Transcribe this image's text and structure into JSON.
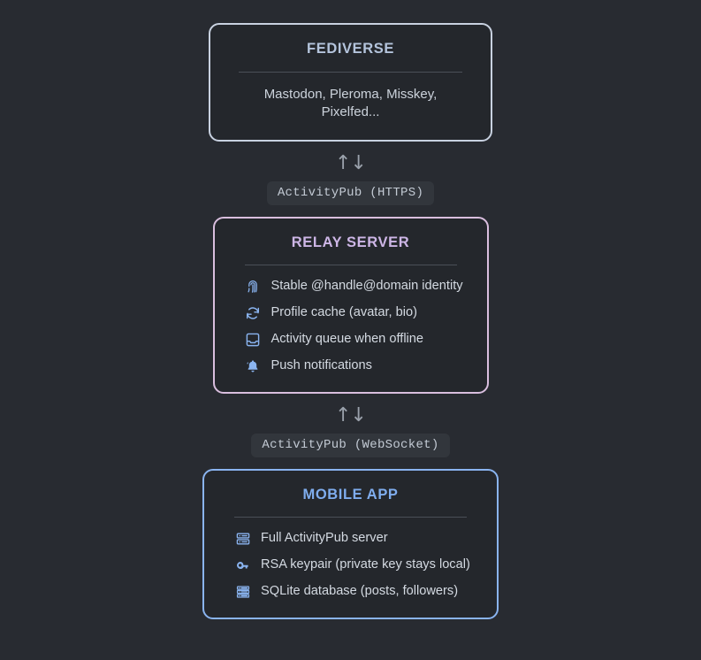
{
  "diagram": {
    "background_color": "#282b31",
    "nodes": [
      {
        "id": "fediverse",
        "title": "FEDIVERSE",
        "title_color": "#b4c4dc",
        "border_color": "#c8d1e0",
        "subtitle": "Mastodon, Pleroma, Misskey, Pixelfed...",
        "features": []
      },
      {
        "id": "relay",
        "title": "RELAY SERVER",
        "title_color": "#cdb6e6",
        "border_color": "#d9bede",
        "subtitle": null,
        "features": [
          {
            "icon": "fingerprint-icon",
            "label": "Stable @handle@domain identity"
          },
          {
            "icon": "sync-icon",
            "label": "Profile cache (avatar, bio)"
          },
          {
            "icon": "inbox-icon",
            "label": "Activity queue when offline"
          },
          {
            "icon": "bell-icon",
            "label": "Push notifications"
          }
        ]
      },
      {
        "id": "mobile",
        "title": "MOBILE APP",
        "title_color": "#7fadee",
        "border_color": "#8ab4f0",
        "subtitle": null,
        "features": [
          {
            "icon": "server-icon",
            "label": "Full ActivityPub server"
          },
          {
            "icon": "key-icon",
            "label": "RSA keypair (private key stays local)"
          },
          {
            "icon": "database-icon",
            "label": "SQLite database (posts, followers)"
          }
        ]
      }
    ],
    "connectors": [
      {
        "id": "fediverse-to-relay",
        "arrows": "↑↓",
        "label": "ActivityPub (HTTPS)"
      },
      {
        "id": "relay-to-mobile",
        "arrows": "↑↓",
        "label": "ActivityPub (WebSocket)"
      }
    ]
  }
}
